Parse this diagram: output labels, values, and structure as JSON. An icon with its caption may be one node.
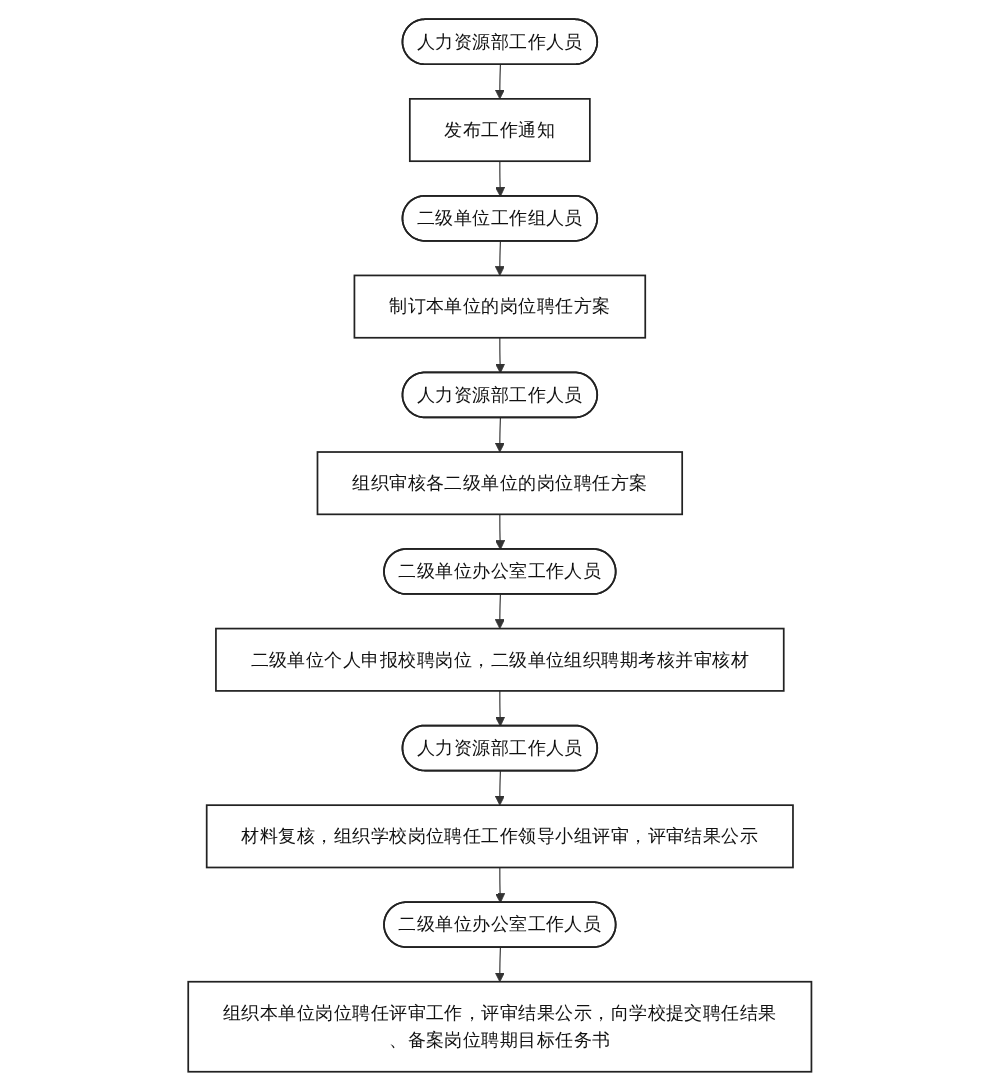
{
  "diagram": {
    "nodes": [
      {
        "text": [
          "人力资源部工作人员"
        ]
      },
      {
        "text": [
          "发布工作通知"
        ]
      },
      {
        "text": [
          "二级单位工作组人员"
        ]
      },
      {
        "text": [
          "制订本单位的岗位聘任方案"
        ]
      },
      {
        "text": [
          "人力资源部工作人员"
        ]
      },
      {
        "text": [
          "组织审核各二级单位的岗位聘任方案"
        ]
      },
      {
        "text": [
          "二级单位办公室工作人员"
        ]
      },
      {
        "text": [
          "二级单位个人申报校聘岗位，二级单位组织聘期考核并审核材"
        ]
      },
      {
        "text": [
          "人力资源部工作人员"
        ]
      },
      {
        "text": [
          "材料复核，组织学校岗位聘任工作领导小组评审，评审结果公示"
        ]
      },
      {
        "text": [
          "二级单位办公室工作人员"
        ]
      },
      {
        "text": [
          "组织本单位岗位聘任评审工作，评审结果公示，向学校提交聘任结果、备案岗位聘期目标任务书"
        ]
      }
    ],
    "edges": [
      {
        "from": 0,
        "to": 1,
        "arrow": "to"
      },
      {
        "from": 1,
        "to": 2,
        "arrow": "to"
      },
      {
        "from": 2,
        "to": 3,
        "arrow": "to"
      },
      {
        "from": 3,
        "to": 4,
        "arrow": "to"
      },
      {
        "from": 4,
        "to": 5,
        "arrow": "to"
      },
      {
        "from": 5,
        "to": 6,
        "arrow": "to"
      },
      {
        "from": 6,
        "to": 7,
        "arrow": "to"
      },
      {
        "from": 7,
        "to": 8,
        "arrow": "to"
      },
      {
        "from": 8,
        "to": 9,
        "arrow": "to"
      },
      {
        "from": 9,
        "to": 10,
        "arrow": "to"
      },
      {
        "from": 10,
        "to": 11,
        "arrow": "to"
      }
    ]
  }
}
